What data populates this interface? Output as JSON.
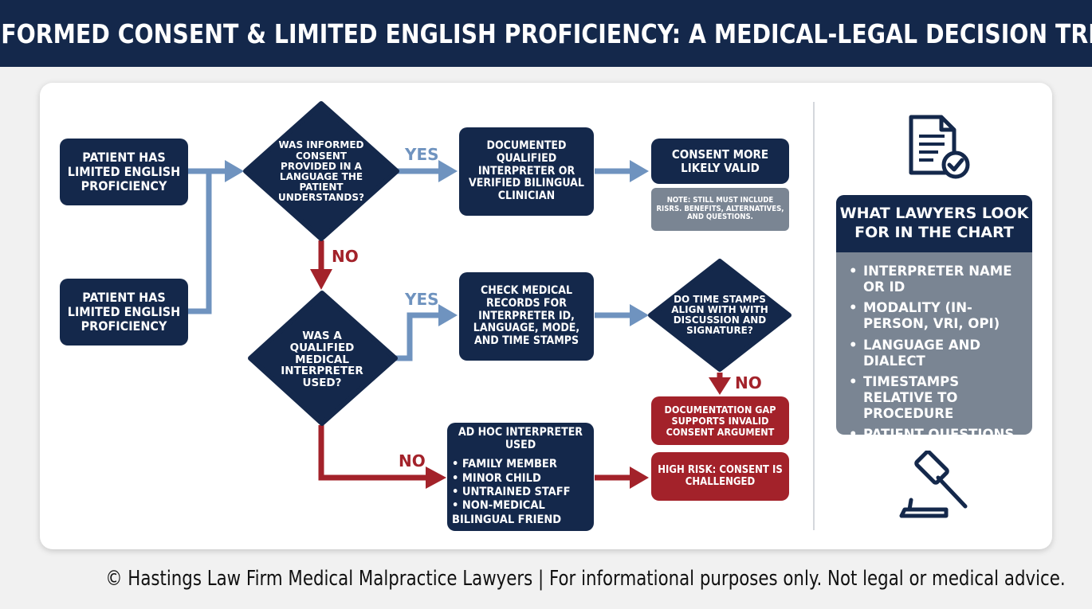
{
  "title": "INFORMED CONSENT & LIMITED ENGLISH PROFICIENCY: A MEDICAL-LEGAL DECISION TREE",
  "nodes": {
    "lep_1": "PATIENT HAS LIMITED ENGLISH PROFICIENCY",
    "lep_2": "PATIENT HAS LIMITED ENGLISH PROFICIENCY",
    "q_language": "WAS INFORMED CONSENT PROVIDED IN A LANGUAGE THE PATIENT UNDERSTANDS?",
    "documented": "DOCUMENTED QUALIFIED INTERPRETER OR VERIFIED BILINGUAL CLINICIAN",
    "valid": "CONSENT MORE LIKELY VALID",
    "note": "NOTE: STILL MUST INCLUDE RISRS. BENEFITS, ALTERNATIVES, AND QUESTIONS.",
    "q_interpreter": "WAS A QUALIFIED MEDICAL INTERPRETER USED?",
    "check_records": "CHECK MEDICAL RECORDS FOR INTERPRETER ID, LANGUAGE, MODE, AND TIME STAMPS",
    "q_timestamps": "DO TIME STAMPS ALIGN WITH WITH DISCUSSION AND SIGNATURE?",
    "doc_gap": "DOCUMENTATION GAP SUPPORTS INVALID CONSENT ARGUMENT",
    "adhoc_title": "AD HOC INTERPRETER USED",
    "adhoc_items": [
      "FAMILY MEMBER",
      "MINOR CHILD",
      "UNTRAINED STAFF",
      "NON-MEDICAL BILINGUAL FRIEND"
    ],
    "high_risk": "HIGH RISK: CONSENT IS CHALLENGED"
  },
  "edge_labels": {
    "yes_1": "YES",
    "no_1": "NO",
    "yes_2": "YES",
    "no_2": "NO",
    "no_3": "NO"
  },
  "panel": {
    "title": "WHAT LAWYERS LOOK FOR IN THE CHART",
    "items": [
      "INTERPRETER NAME OR ID",
      "MODALITY (IN-PERSON, VRI, OPI)",
      "LANGUAGE AND DIALECT",
      "TIMESTAMPS RELATIVE TO PROCEDURE",
      "PATIENT QUESTIONS AND TEACH-BACK"
    ]
  },
  "icons": {
    "top": "document-check-icon",
    "bottom": "gavel-icon"
  },
  "colors": {
    "navy": "#14284b",
    "red": "#a3222a",
    "gray": "#7a8593",
    "yes_arrow": "#6f93bf"
  },
  "footer": "© Hastings Law Firm Medical Malpractice Lawyers | For informational purposes only. Not legal or medical advice."
}
